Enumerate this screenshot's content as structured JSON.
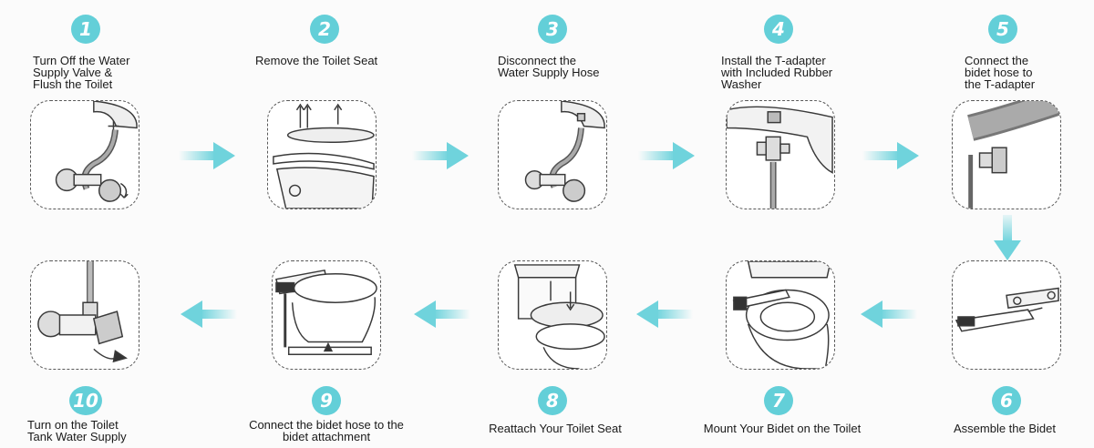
{
  "steps": [
    {
      "number": "1",
      "label": "Turn Off the Water\nSupply Valve &\nFlush the Toilet"
    },
    {
      "number": "2",
      "label": "Remove the Toilet Seat"
    },
    {
      "number": "3",
      "label": "Disconnect the\nWater Supply Hose"
    },
    {
      "number": "4",
      "label": "Install the T-adapter\nwith Included Rubber\nWasher"
    },
    {
      "number": "5",
      "label": "Connect the\nbidet hose to\nthe T-adapter"
    },
    {
      "number": "6",
      "label": "Assemble the Bidet"
    },
    {
      "number": "7",
      "label": "Mount Your Bidet on the Toilet"
    },
    {
      "number": "8",
      "label": "Reattach Your Toilet Seat"
    },
    {
      "number": "9",
      "label": "Connect the bidet hose to the\nbidet attachment"
    },
    {
      "number": "10",
      "label": "Turn on the Toilet\nTank Water Supply"
    }
  ],
  "colors": {
    "accent": "#63cfd8",
    "arrow": "#6fd3dc",
    "line": "#3a3a3a"
  }
}
